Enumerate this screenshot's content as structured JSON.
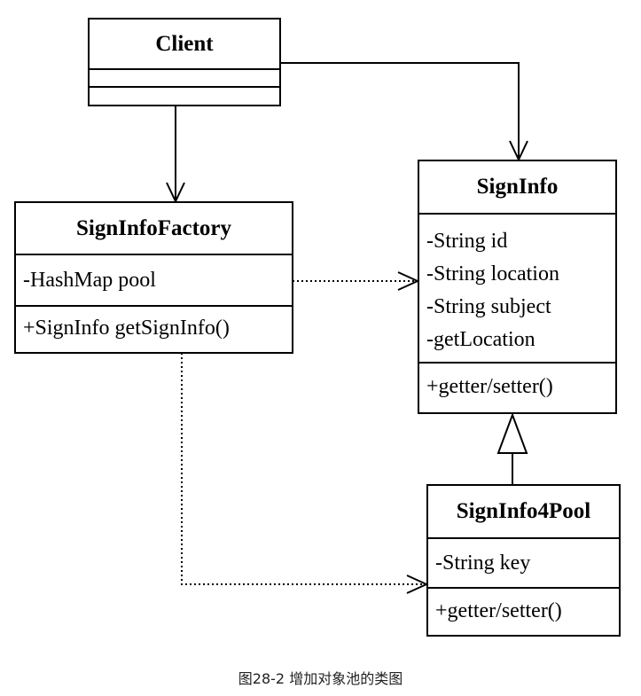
{
  "classes": {
    "client": {
      "name": "Client",
      "attributes": [],
      "methods": []
    },
    "factory": {
      "name": "SignInfoFactory",
      "attributes": [
        "-HashMap pool"
      ],
      "methods": [
        "+SignInfo getSignInfo()"
      ]
    },
    "signinfo": {
      "name": "SignInfo",
      "attributes": [
        "-String id",
        "-String location",
        "-String subject",
        "-getLocation"
      ],
      "methods": [
        "+getter/setter()"
      ]
    },
    "pool": {
      "name": "SignInfo4Pool",
      "attributes": [
        "-String key"
      ],
      "methods": [
        "+getter/setter()"
      ]
    }
  },
  "caption": "图28-2 增加对象池的类图"
}
